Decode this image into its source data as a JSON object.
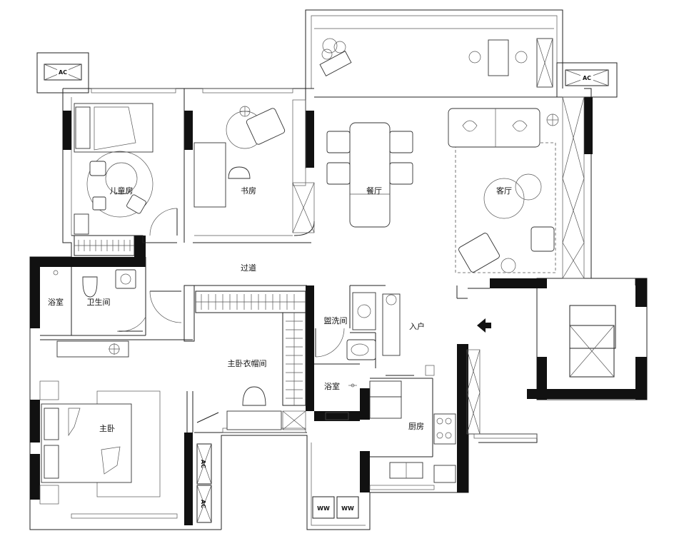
{
  "rooms": {
    "children_room": "儿童房",
    "study": "书房",
    "dining": "餐厅",
    "living": "客厅",
    "corridor": "过道",
    "bath_left": "浴室",
    "toilet": "卫生间",
    "washroom": "盥洗间",
    "entrance": "入户",
    "walkin_closet": "主卧衣帽间",
    "bath_mid": "浴室",
    "kitchen": "厨房",
    "master_bedroom": "主卧"
  },
  "ac_units": {
    "ac_top_left": "AC",
    "ac_top_right": "AC",
    "ac_bottom_1": "AC",
    "ac_bottom_2": "AC"
  },
  "ww_units": {
    "ww_1": "WW",
    "ww_2": "WW"
  },
  "entrance_arrow_icon": "arrow-left-icon"
}
